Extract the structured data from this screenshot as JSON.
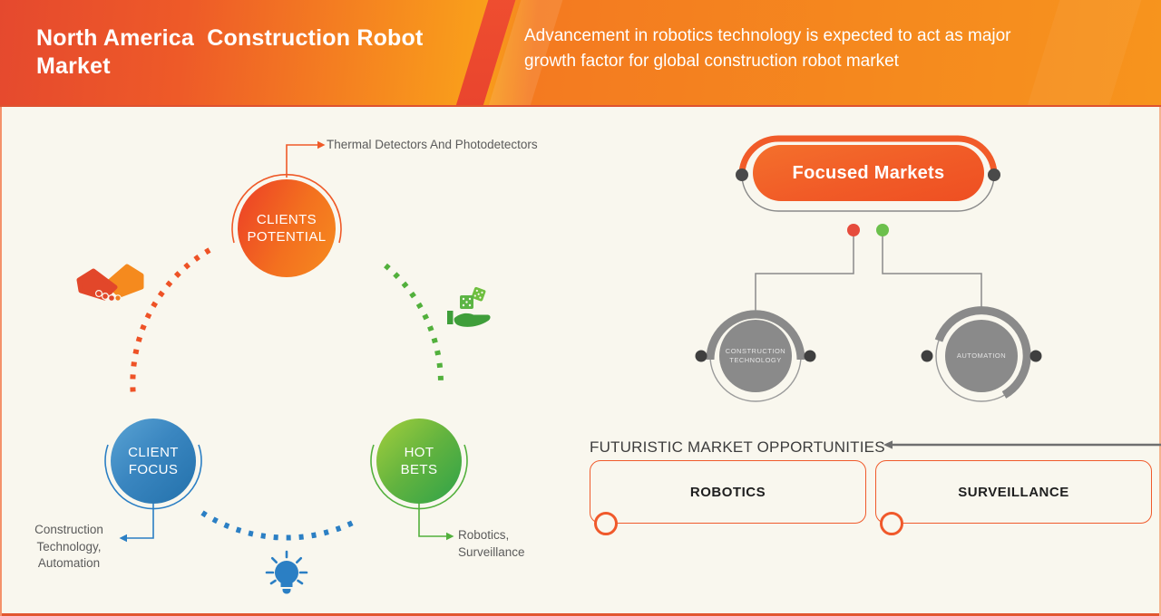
{
  "header": {
    "title": "North America  Construction Robot\nMarket",
    "subtitle": "Advancement in robotics technology is expected to act as major\ngrowth factor for global construction robot market"
  },
  "cycle_diagram": {
    "clients_potential": {
      "label": "CLIENTS\nPOTENTIAL",
      "annotation": "Thermal Detectors And Photodetectors",
      "color": "#f26522"
    },
    "client_focus": {
      "label": "CLIENT\nFOCUS",
      "annotation": "Construction\nTechnology,\nAutomation",
      "color": "#3a86c0"
    },
    "hot_bets": {
      "label": "HOT\nBETS",
      "annotation": "Robotics,\nSurveillance",
      "color": "#55b948"
    },
    "icons": [
      "handshake-icon",
      "dice-in-hand-icon",
      "lightbulb-icon"
    ]
  },
  "focused_markets": {
    "title": "Focused Markets",
    "branches": [
      {
        "label": "CONSTRUCTION TECHNOLOGY",
        "dot_color": "#e64c3c"
      },
      {
        "label": "AUTOMATION",
        "dot_color": "#6cc04c"
      }
    ]
  },
  "opportunities": {
    "heading": "FUTURISTIC MARKET OPPORTUNITIES",
    "items": [
      {
        "label": "ROBOTICS"
      },
      {
        "label": "SURVEILLANCE"
      }
    ]
  },
  "colors": {
    "banner_gradient_left": "#e5492e",
    "banner_gradient_right": "#f7941d",
    "background": "#f9f7ee",
    "accent_orange": "#f15a29",
    "blue": "#2b7fc4",
    "green": "#4cae3f",
    "gray": "#8a8a8a",
    "red_dot": "#e64c3c",
    "green_dot": "#6cc04c",
    "annotation_text": "#5b5b5b"
  }
}
